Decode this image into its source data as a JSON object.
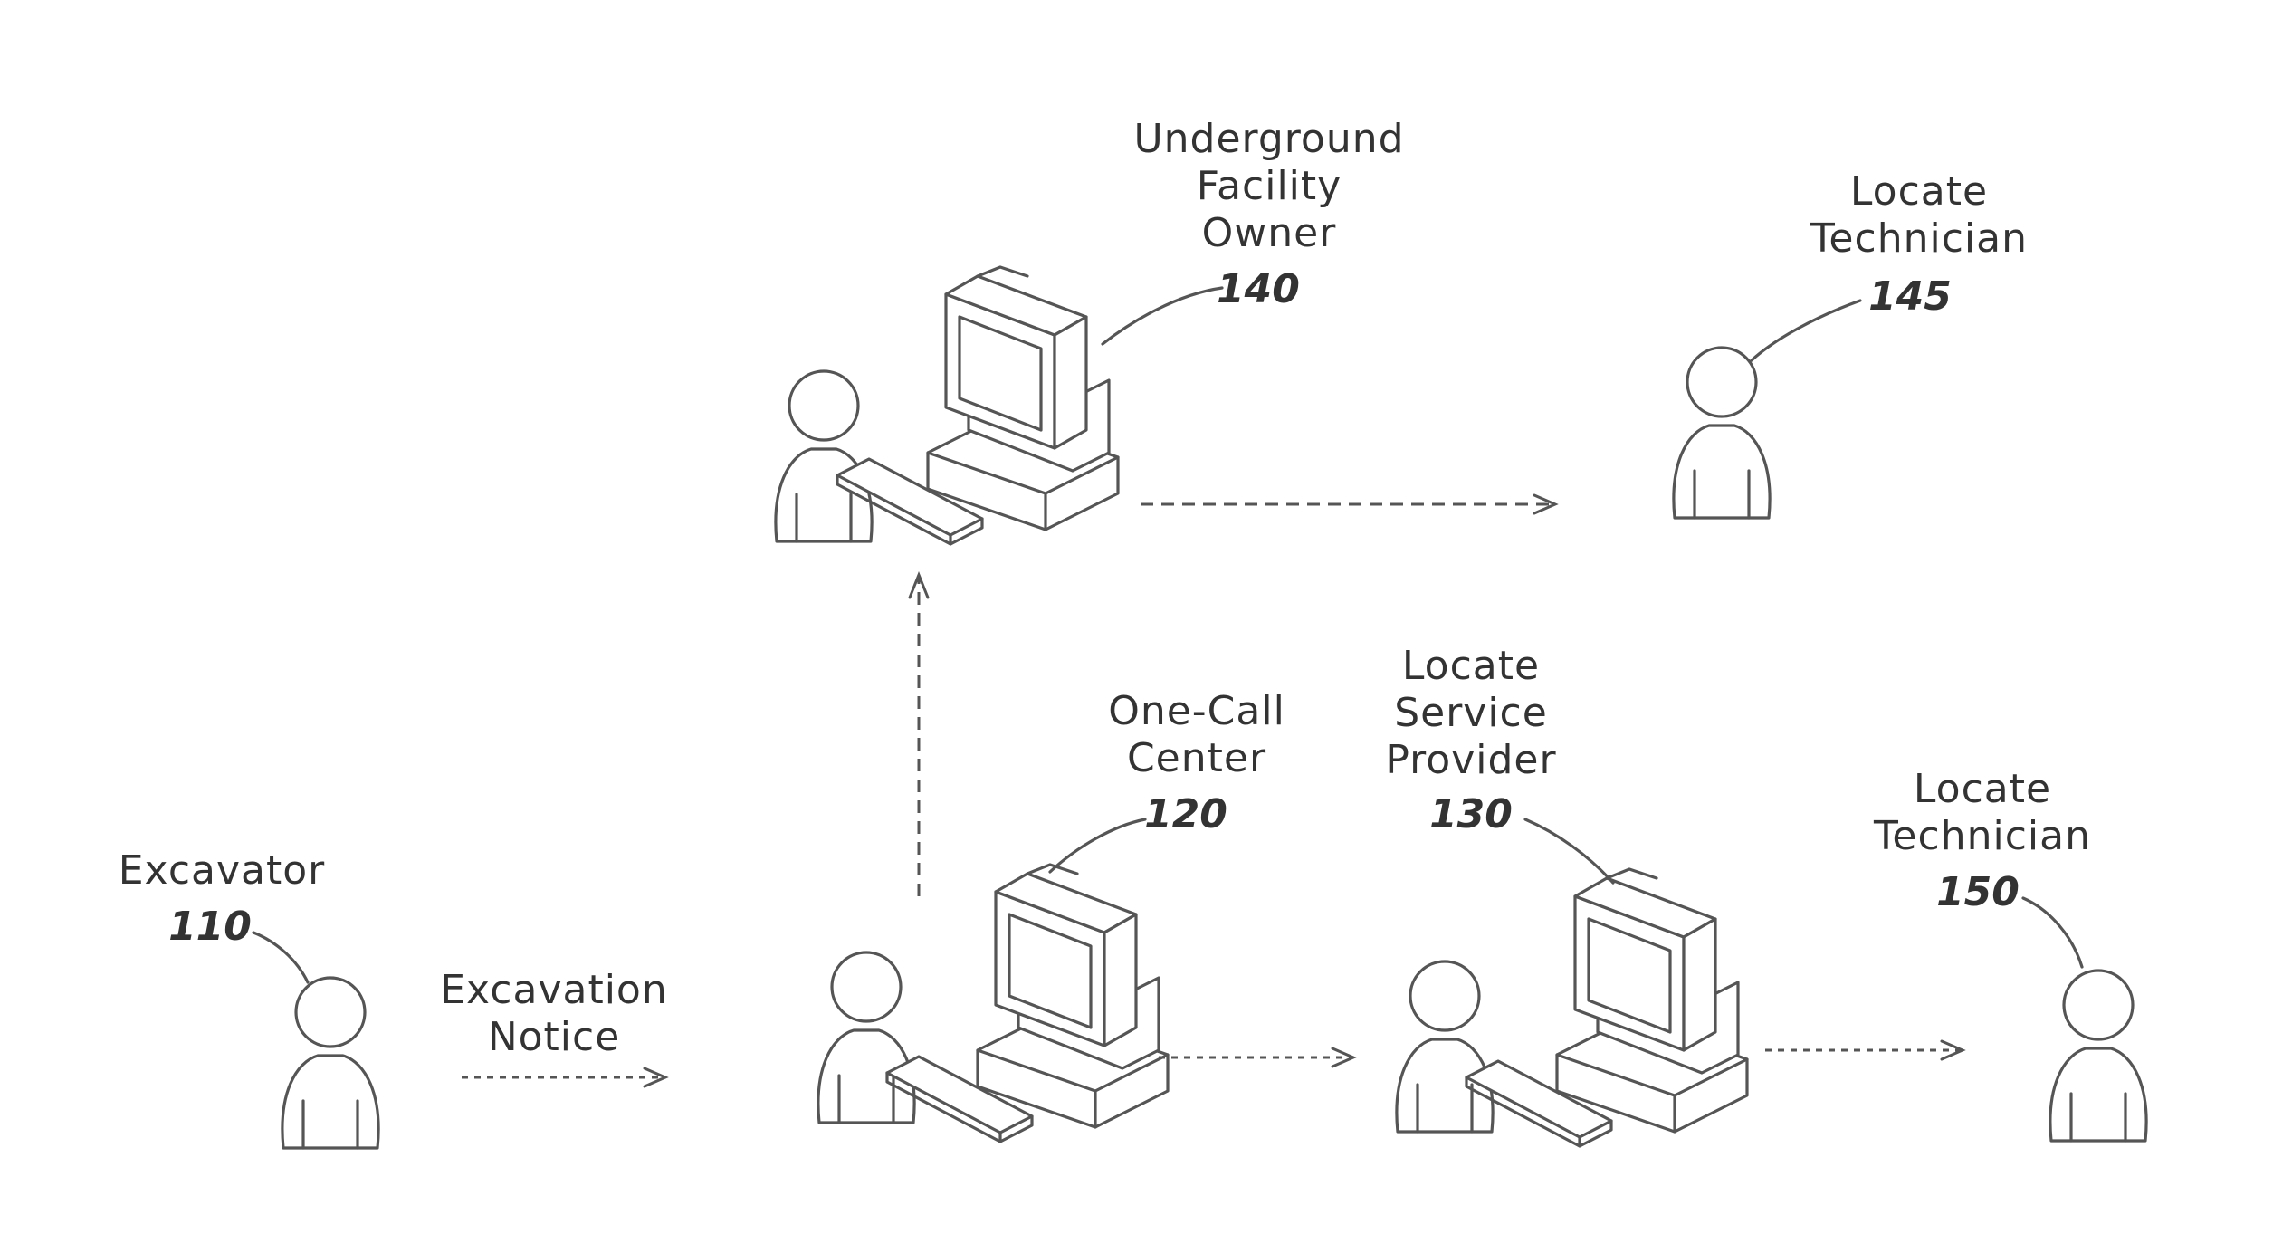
{
  "nodes": {
    "excavator": {
      "label": "Excavator",
      "ref": "110"
    },
    "one_call": {
      "label_lines": [
        "One-Call",
        "Center"
      ],
      "ref": "120"
    },
    "lsp": {
      "label_lines": [
        "Locate",
        "Service",
        "Provider"
      ],
      "ref": "130"
    },
    "ufo": {
      "label_lines": [
        "Underground",
        "Facility",
        "Owner"
      ],
      "ref": "140"
    },
    "tech145": {
      "label_lines": [
        "Locate",
        "Technician"
      ],
      "ref": "145"
    },
    "tech150": {
      "label_lines": [
        "Locate",
        "Technician"
      ],
      "ref": "150"
    }
  },
  "edges": {
    "notice": {
      "label_lines": [
        "Excavation",
        "Notice"
      ]
    }
  }
}
